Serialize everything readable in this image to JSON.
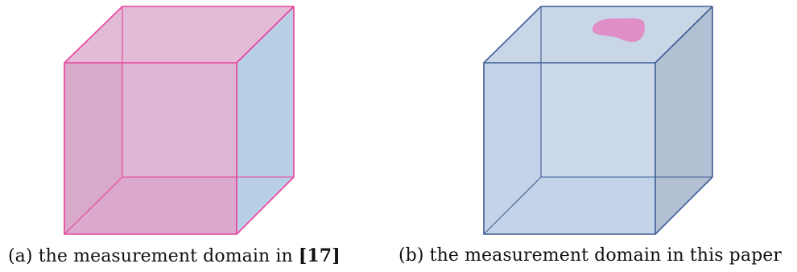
{
  "figures": [
    {
      "label": "(a)",
      "caption_text": "the measurement domain in ",
      "caption_ref": "[17]",
      "colors": {
        "edge": "#e8409a",
        "face_front": "#d9a9cd",
        "face_top": "#e2bcd6",
        "face_right": "#b9cfe6",
        "face_left": "#d8aacb"
      }
    },
    {
      "label": "(b)",
      "caption_text": "the measurement domain in this paper",
      "colors": {
        "edge": "#3d5d93",
        "face_front": "#c4d3e8",
        "face_top": "#c9d6e8",
        "face_right": "#b3c0d3",
        "face_left": "#c3d0e4",
        "blob": "#e08ec6"
      }
    }
  ]
}
